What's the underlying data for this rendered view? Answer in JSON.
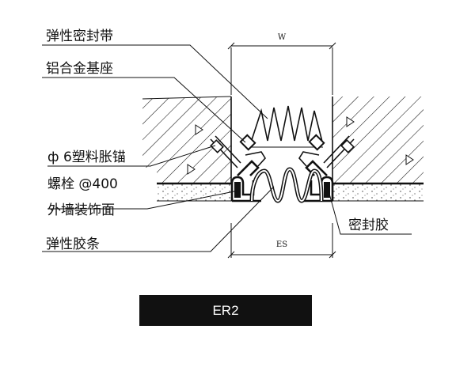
{
  "labels": {
    "elastic_seal_strip": "弹性密封带",
    "aluminum_base": "铝合金基座",
    "plastic_anchor": "ф 6塑料胀锚",
    "bolt_spacing": "螺栓 @400",
    "exterior_wall_finish": "外墙装饰面",
    "sealant": "密封胶",
    "elastic_rubber_strip": "弹性胶条"
  },
  "dimensions": {
    "top_width": "W",
    "bottom_width": "ES"
  },
  "model_tag": "ER2",
  "colors": {
    "line": "#111111",
    "background": "#ffffff",
    "tag_background": "#111111",
    "tag_text": "#ffffff"
  }
}
